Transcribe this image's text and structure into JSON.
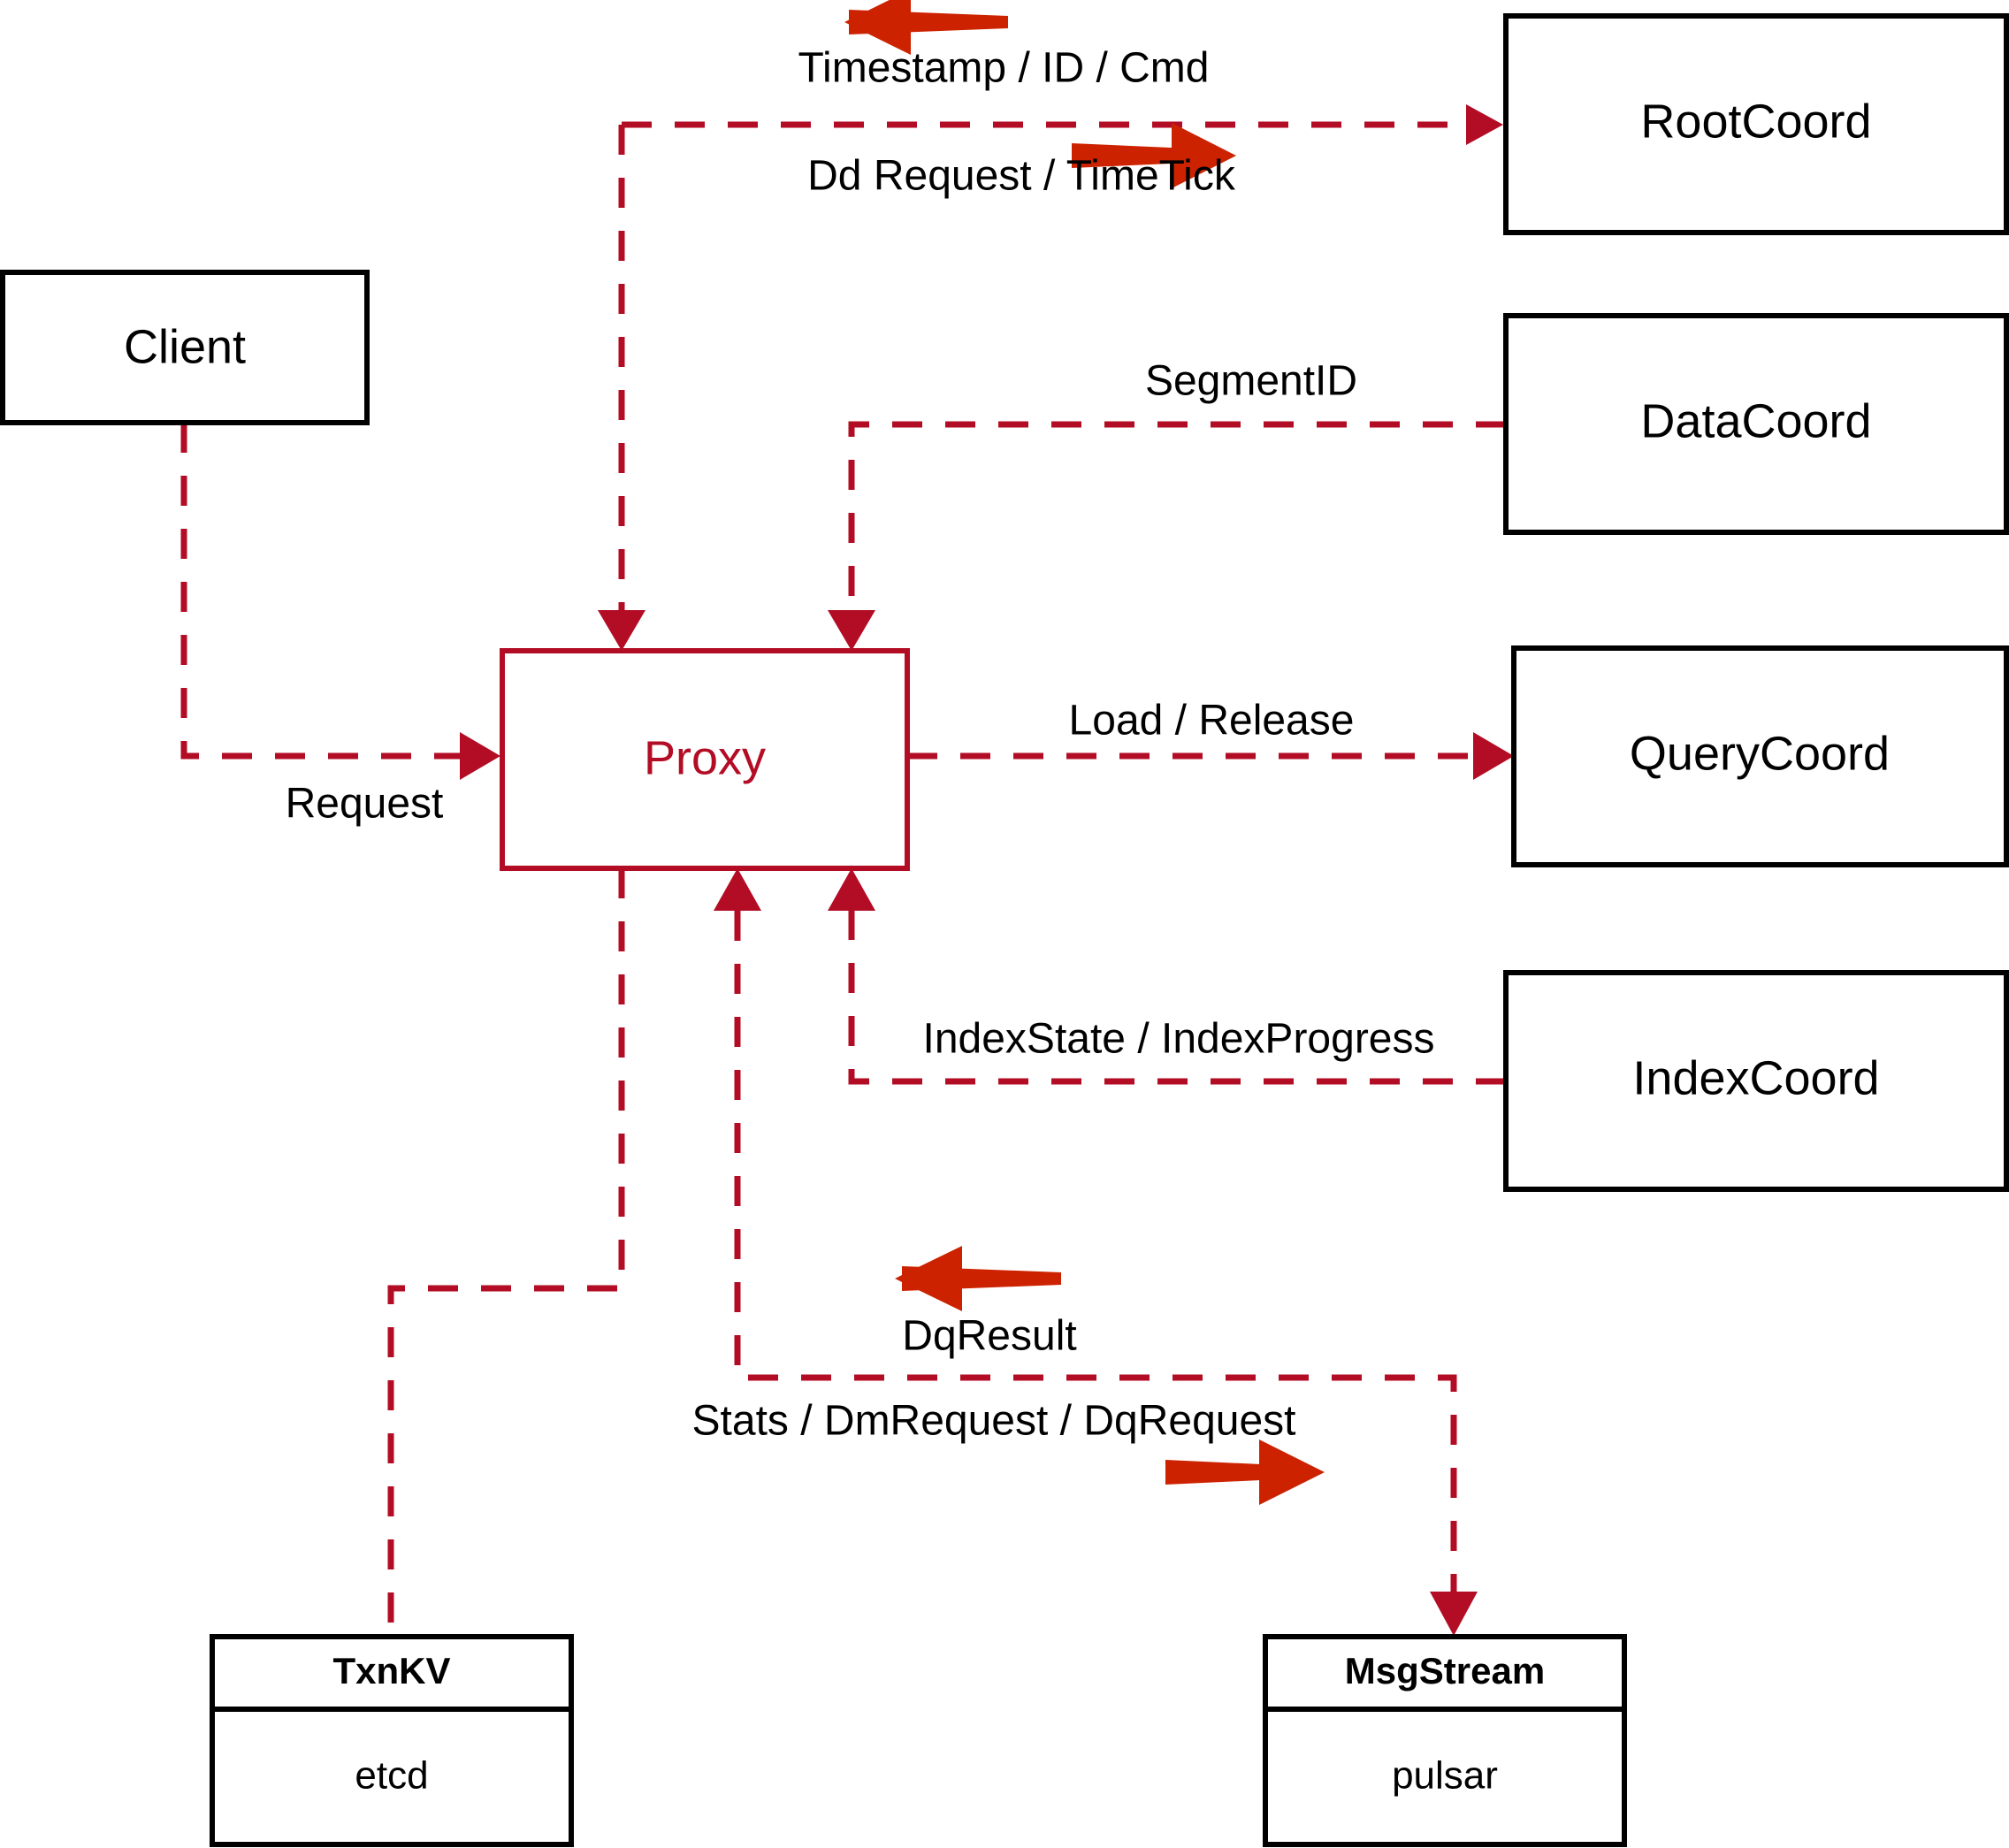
{
  "diagram": {
    "title": "Milvus Proxy architecture",
    "accent_color": "#b30d25",
    "arrow_color": "#cc2200",
    "box_color": "#000000",
    "background": "#ffffff"
  },
  "nodes": {
    "client": {
      "label": "Client"
    },
    "proxy": {
      "label": "Proxy"
    },
    "root_coord": {
      "label": "RootCoord"
    },
    "data_coord": {
      "label": "DataCoord"
    },
    "query_coord": {
      "label": "QueryCoord"
    },
    "index_coord": {
      "label": "IndexCoord"
    },
    "txnkv": {
      "label": "TxnKV",
      "impl": "etcd"
    },
    "msgstream": {
      "label": "MsgStream",
      "impl": "pulsar"
    }
  },
  "edges": [
    {
      "id": "timestamp-id-cmd",
      "label": "Timestamp / ID / Cmd",
      "from": "root_coord",
      "to": "proxy",
      "direction": "left"
    },
    {
      "id": "dd-request-timetick",
      "label": "Dd Request / TimeTick",
      "from": "proxy",
      "to": "root_coord",
      "direction": "right"
    },
    {
      "id": "segment-id",
      "label": "SegmentID",
      "from": "data_coord",
      "to": "proxy",
      "direction": "left"
    },
    {
      "id": "load-release",
      "label": "Load / Release",
      "from": "proxy",
      "to": "query_coord",
      "direction": "right"
    },
    {
      "id": "index-state-progress",
      "label": "IndexState / IndexProgress",
      "from": "index_coord",
      "to": "proxy",
      "direction": "left"
    },
    {
      "id": "request",
      "label": "Request",
      "from": "client",
      "to": "proxy",
      "direction": "right"
    },
    {
      "id": "dq-result",
      "label": "DqResult",
      "from": "msgstream",
      "to": "proxy",
      "direction": "left"
    },
    {
      "id": "stats-dm-dq-request",
      "label": "Stats / DmRequest / DqRequest",
      "from": "proxy",
      "to": "msgstream",
      "direction": "right"
    }
  ]
}
